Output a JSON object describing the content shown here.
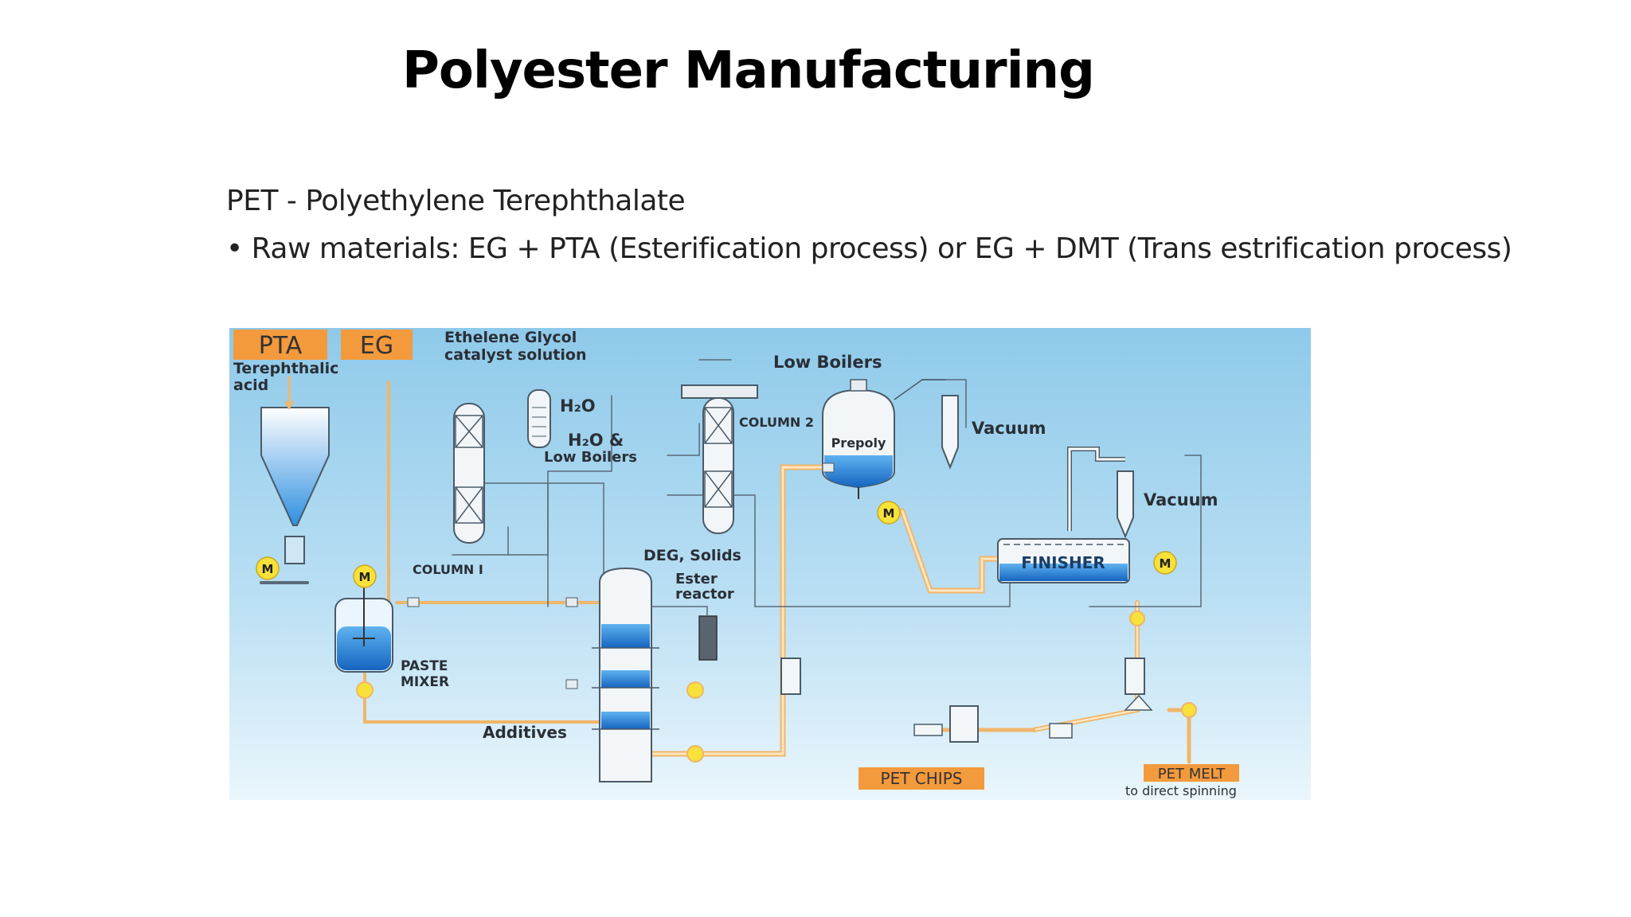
{
  "slide": {
    "title": "Polyester Manufacturing",
    "subtitle": "PET - Polyethylene Terephthalate",
    "bullet": "• Raw materials: EG + PTA (Esterification process) or EG + DMT (Trans estrification process)"
  },
  "diagram": {
    "pta_tag": "PTA",
    "eg_tag": "EG",
    "terephthalic": [
      "Terephthalic",
      "acid"
    ],
    "glycol": [
      "Ethelene Glycol",
      "catalyst solution"
    ],
    "h2o": "H₂O",
    "h2o_low": [
      "H₂O &",
      "Low Boilers"
    ],
    "low_boilers": "Low Boilers",
    "column1": "COLUMN I",
    "column2": "COLUMN 2",
    "deg_solids": "DEG, Solids",
    "ester_reactor": [
      "Ester",
      "reactor"
    ],
    "paste_mixer": [
      "PASTE",
      "MIXER"
    ],
    "additives": "Additives",
    "prepoly": "Prepoly",
    "vacuum": "Vacuum",
    "finisher": "FINISHER",
    "motor": "M",
    "pet_chips": "PET CHIPS",
    "pet_melt": "PET MELT",
    "direct_spinning": "to direct spinning",
    "colors": {
      "background_top": "#8fcaea",
      "background_bottom": "#eaf6fc",
      "orange_tag": "#f39a3c",
      "pipe": "#f0b66a",
      "liquid": "#1e88e5",
      "motor": "#f7e13a"
    }
  }
}
